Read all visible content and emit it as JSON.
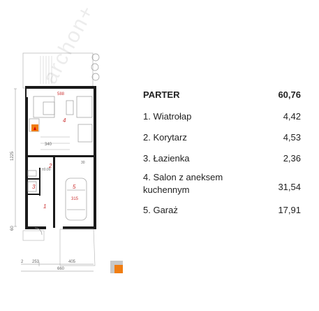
{
  "plan": {
    "dims": {
      "left_height": "1225",
      "left_small": "60",
      "bottom_a": "253",
      "bottom_b": "405",
      "bottom_total": "660",
      "left_edge": "2",
      "room_1": "1",
      "room_2": "2",
      "room_3": "3",
      "room_4": "4",
      "room_5": "5",
      "dim_588": "588",
      "dim_340": "340",
      "dim_315": "315",
      "dim_0": "±0.00",
      "dim_30": "30"
    },
    "logo_colors": {
      "orange": "#f07d12",
      "grey": "#c8c8c8"
    }
  },
  "table": {
    "header": {
      "label": "PARTER",
      "value": "60,76"
    },
    "rows": [
      {
        "label": "1. Wiatrołap",
        "value": "4,42"
      },
      {
        "label": "2. Korytarz",
        "value": "4,53"
      },
      {
        "label": "3. Łazienka",
        "value": "2,36"
      },
      {
        "label": "4. Salon z aneksem",
        "label2": "kuchennym",
        "value": "31,54"
      },
      {
        "label": "5. Garaż",
        "value": "17,91"
      }
    ]
  },
  "watermark": "archon+"
}
